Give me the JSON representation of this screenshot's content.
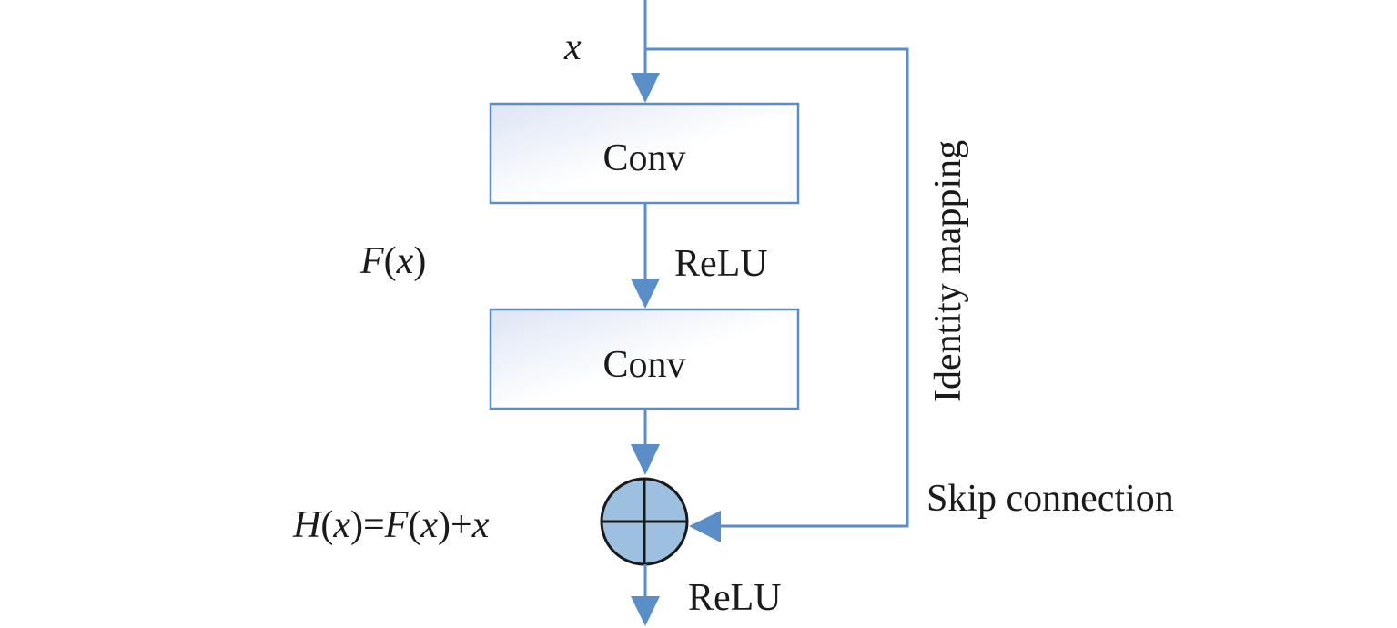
{
  "diagram": {
    "input_label": "x",
    "residual_label_f": "F",
    "residual_label_open": "(",
    "residual_label_x": "x",
    "residual_label_close": ")",
    "box1_label": "Conv",
    "box2_label": "Conv",
    "relu_mid_label": "ReLU",
    "relu_out_label": "ReLU",
    "identity_label": "Identity mapping",
    "skip_label": "Skip connection",
    "formula": {
      "h": "H",
      "open1": "(",
      "x1": "x",
      "close1": ")=",
      "f": "F",
      "open2": "(",
      "x2": "x",
      "close2": ")+",
      "x3": "x"
    },
    "colors": {
      "line": "#5b8ec7",
      "box_border": "#5b8ec7",
      "box_fill_start": "#dfe6f3",
      "box_fill_end": "#ffffff",
      "sum_fill": "#9dc0e0",
      "sum_stroke": "#1a1a1a"
    }
  }
}
